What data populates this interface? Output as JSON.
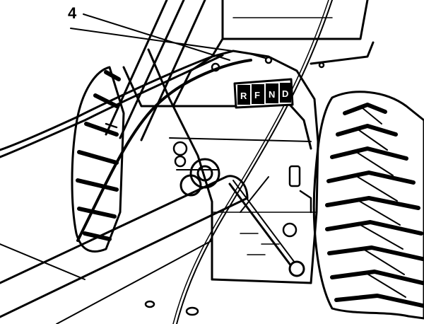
{
  "figure": {
    "callout": "4",
    "shift_letters": [
      "R",
      "F",
      "N",
      "D"
    ]
  }
}
